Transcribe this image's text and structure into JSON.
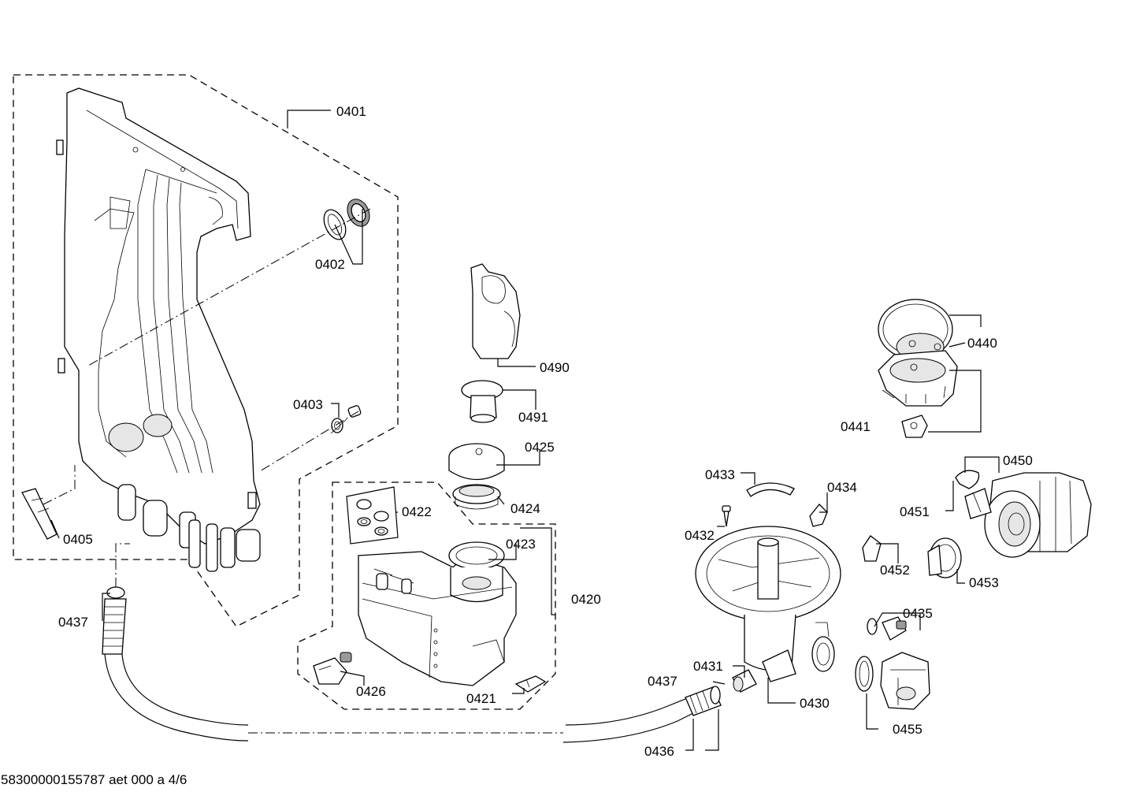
{
  "footer": {
    "document_code": "58300000155787 aet 000 a 4/6"
  },
  "parts": {
    "p0401": "0401",
    "p0402": "0402",
    "p0403": "0403",
    "p0405": "0405",
    "p0437a": "0437",
    "p0490": "0490",
    "p0491": "0491",
    "p0425": "0425",
    "p0424": "0424",
    "p0422": "0422",
    "p0423": "0423",
    "p0420": "0420",
    "p0426": "0426",
    "p0421": "0421",
    "p0440": "0440",
    "p0441": "0441",
    "p0450": "0450",
    "p0451": "0451",
    "p0433": "0433",
    "p0434": "0434",
    "p0432": "0432",
    "p0452": "0452",
    "p0453": "0453",
    "p0435": "0435",
    "p0431": "0431",
    "p0437b": "0437",
    "p0430": "0430",
    "p0455": "0455",
    "p0436": "0436"
  }
}
